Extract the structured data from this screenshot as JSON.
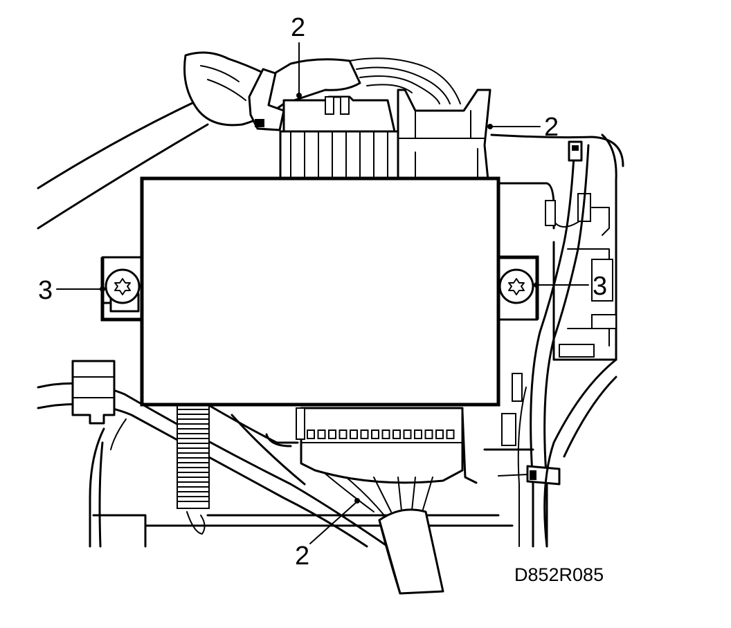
{
  "callouts": {
    "harness_connector_top": "2",
    "harness_connector_top_right": "2",
    "harness_connector_bottom": "2",
    "mounting_screw_left": "3",
    "mounting_screw_right": "3"
  },
  "figure_code": "D852R085"
}
